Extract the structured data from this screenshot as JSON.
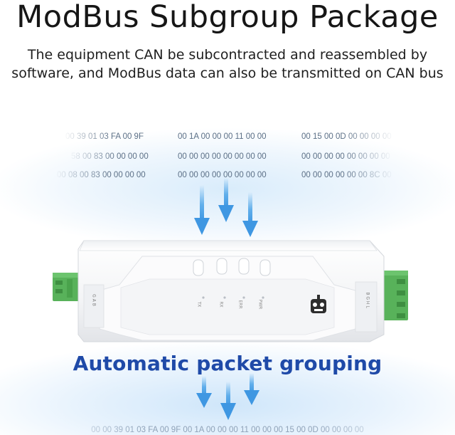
{
  "title": "ModBus Subgroup Package",
  "subtitle": {
    "line1": "The equipment CAN be subcontracted and reassembled by",
    "line2": "software, and ModBus data can also be transmitted on CAN bus"
  },
  "hex_rows": [
    [
      "00 39 01 03 FA 00 9F",
      "00 1A 00 00 00 11 00 00",
      "00 15 00 0D 00 00 00 00"
    ],
    [
      "58 00 83 00 00 00 00",
      "00 00 00 00 00 00 00 00",
      "00 00 00 00 00 00 00 00"
    ],
    [
      "00 08 00 83 00 00 00 00",
      "00 00 00 00 00 00 00 00",
      "00 00 00 00 00 00 8C 00"
    ]
  ],
  "hex_bottom": "00 00 39 01 03 FA 00 9F 00 1A 00 00 00 11 00 00 00 15 00 0D 00 00 00 00",
  "device": {
    "left_terminal_label": "G A B",
    "right_terminal_label": "B G H L",
    "leds": [
      "TX",
      "RX",
      "ERR",
      "PWR"
    ]
  },
  "tagline": "Automatic packet grouping",
  "colors": {
    "arrow": "#4aa3e8",
    "tagline": "#1f4aa8",
    "terminal": "#5bb85d"
  }
}
